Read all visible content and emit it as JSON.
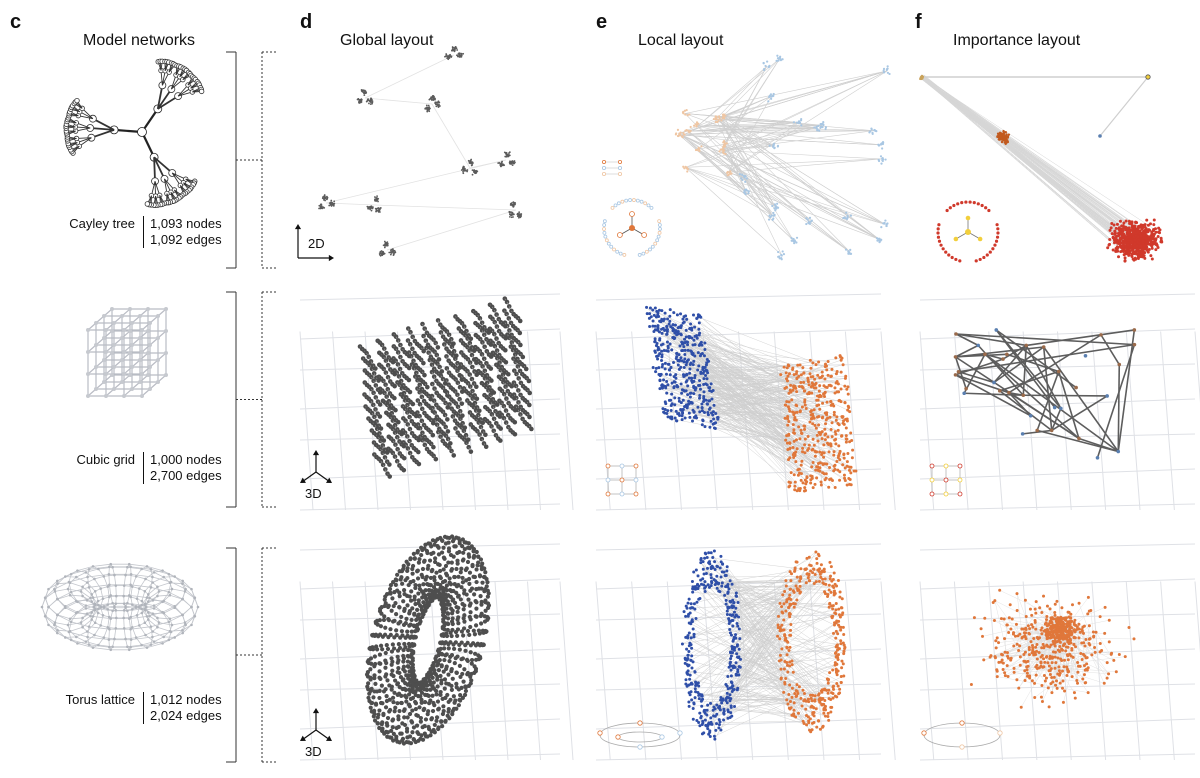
{
  "panels": {
    "c": {
      "letter": "c",
      "title": "Model networks"
    },
    "d": {
      "letter": "d",
      "title": "Global layout"
    },
    "e": {
      "letter": "e",
      "title": "Local layout"
    },
    "f": {
      "letter": "f",
      "title": "Importance layout"
    }
  },
  "networks": [
    {
      "name": "Cayley tree",
      "nodes": "1,093 nodes",
      "edges": "1,092 edges",
      "global_dim": "2D"
    },
    {
      "name": "Cubic grid",
      "nodes": "1,000 nodes",
      "edges": "2,700 edges",
      "global_dim": "3D"
    },
    {
      "name": "Torus lattice",
      "nodes": "1,012 nodes",
      "edges": "2,024 edges",
      "global_dim": "3D"
    }
  ],
  "colors": {
    "node_dark": "#555555",
    "edge_gray": "#bdbdbd",
    "blue": "#2f4fa8",
    "orange": "#e0773a",
    "light_blue": "#a9c7e3",
    "peach": "#efc6a3",
    "red": "#d0392b",
    "yellow": "#f2cf3c",
    "dark_orange": "#c25a1f"
  }
}
